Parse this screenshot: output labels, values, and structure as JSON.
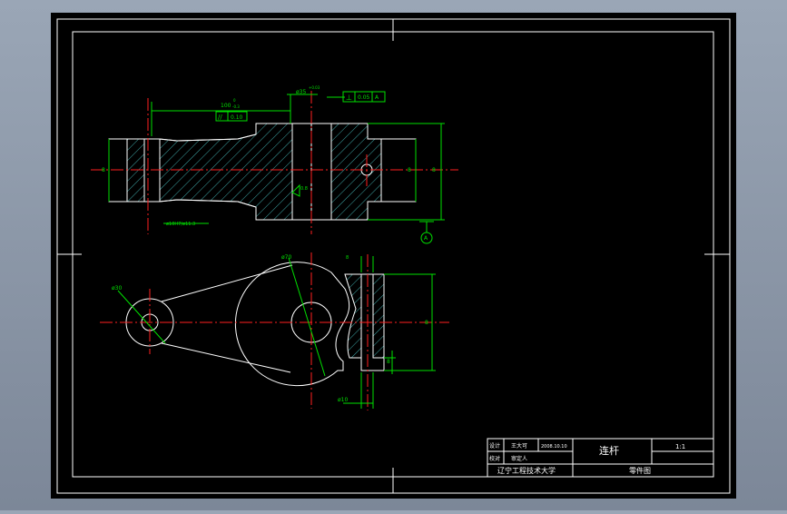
{
  "colors": {
    "background": "#000000",
    "frame": "#ffffff",
    "dimension": "#00ff00",
    "centerline": "#ff0000",
    "hatch": "#3fa7a7",
    "geometry": "#ffffff"
  },
  "title_block": {
    "designer_label": "设计",
    "designer_name": "王大可",
    "date": "2008.10.10",
    "checker_label": "校对",
    "checker_name": "审定人",
    "part_name": "连杆",
    "scale": "1:1",
    "school": "辽宁工程技术大学",
    "drawing_type": "零件图"
  },
  "dimensions": {
    "length_100": "100",
    "length_100_tol_upper": "0",
    "length_100_tol_lower": "-0.3",
    "parallelism_symbol": "//",
    "parallelism_value": "0.10",
    "bore_dia": "ø35",
    "bore_tol": "+0.03",
    "perp_symbol": "⊥",
    "perp_value": "0.05",
    "datum_letter": "A",
    "datum_flag": "A",
    "dia_left_small": "ø10",
    "dia_left_small_note": "ø10H7/ø11.3",
    "dim_left_height": "8",
    "dim_mid_height": "8",
    "dim_right_height": "8",
    "surface_note": "0.8",
    "dia_top_view_big": "ø70",
    "dia_top_view_small": "ø30",
    "dim_side_height": "8",
    "dim_side_thk": "8",
    "dim_top_slot": "8",
    "dia_bottom": "ø10"
  }
}
